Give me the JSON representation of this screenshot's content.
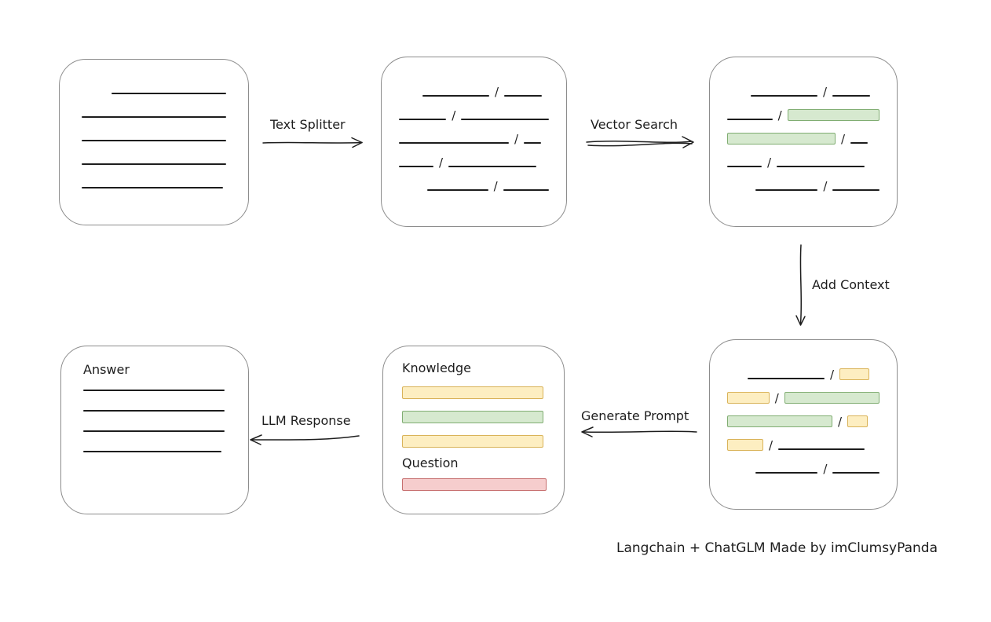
{
  "arrows": {
    "text_splitter": "Text Splitter",
    "vector_search": "Vector Search",
    "add_context": "Add Context",
    "generate_prompt": "Generate Prompt",
    "llm_response": "LLM Response"
  },
  "prompt_box": {
    "knowledge_label": "Knowledge",
    "question_label": "Question"
  },
  "answer_box": {
    "label": "Answer"
  },
  "caption": "Langchain + ChatGLM Made by imClumsyPanda",
  "glyphs": {
    "slash": "/"
  },
  "colors": {
    "ink": "#1d1d1d",
    "box-border": "#8c8c8c",
    "green-fill": "#d6e9cf",
    "green-stroke": "#80ad72",
    "yellow-fill": "#fdeec1",
    "yellow-stroke": "#d9b359",
    "red-fill": "#f6cdcd",
    "red-stroke": "#c76f6f"
  }
}
